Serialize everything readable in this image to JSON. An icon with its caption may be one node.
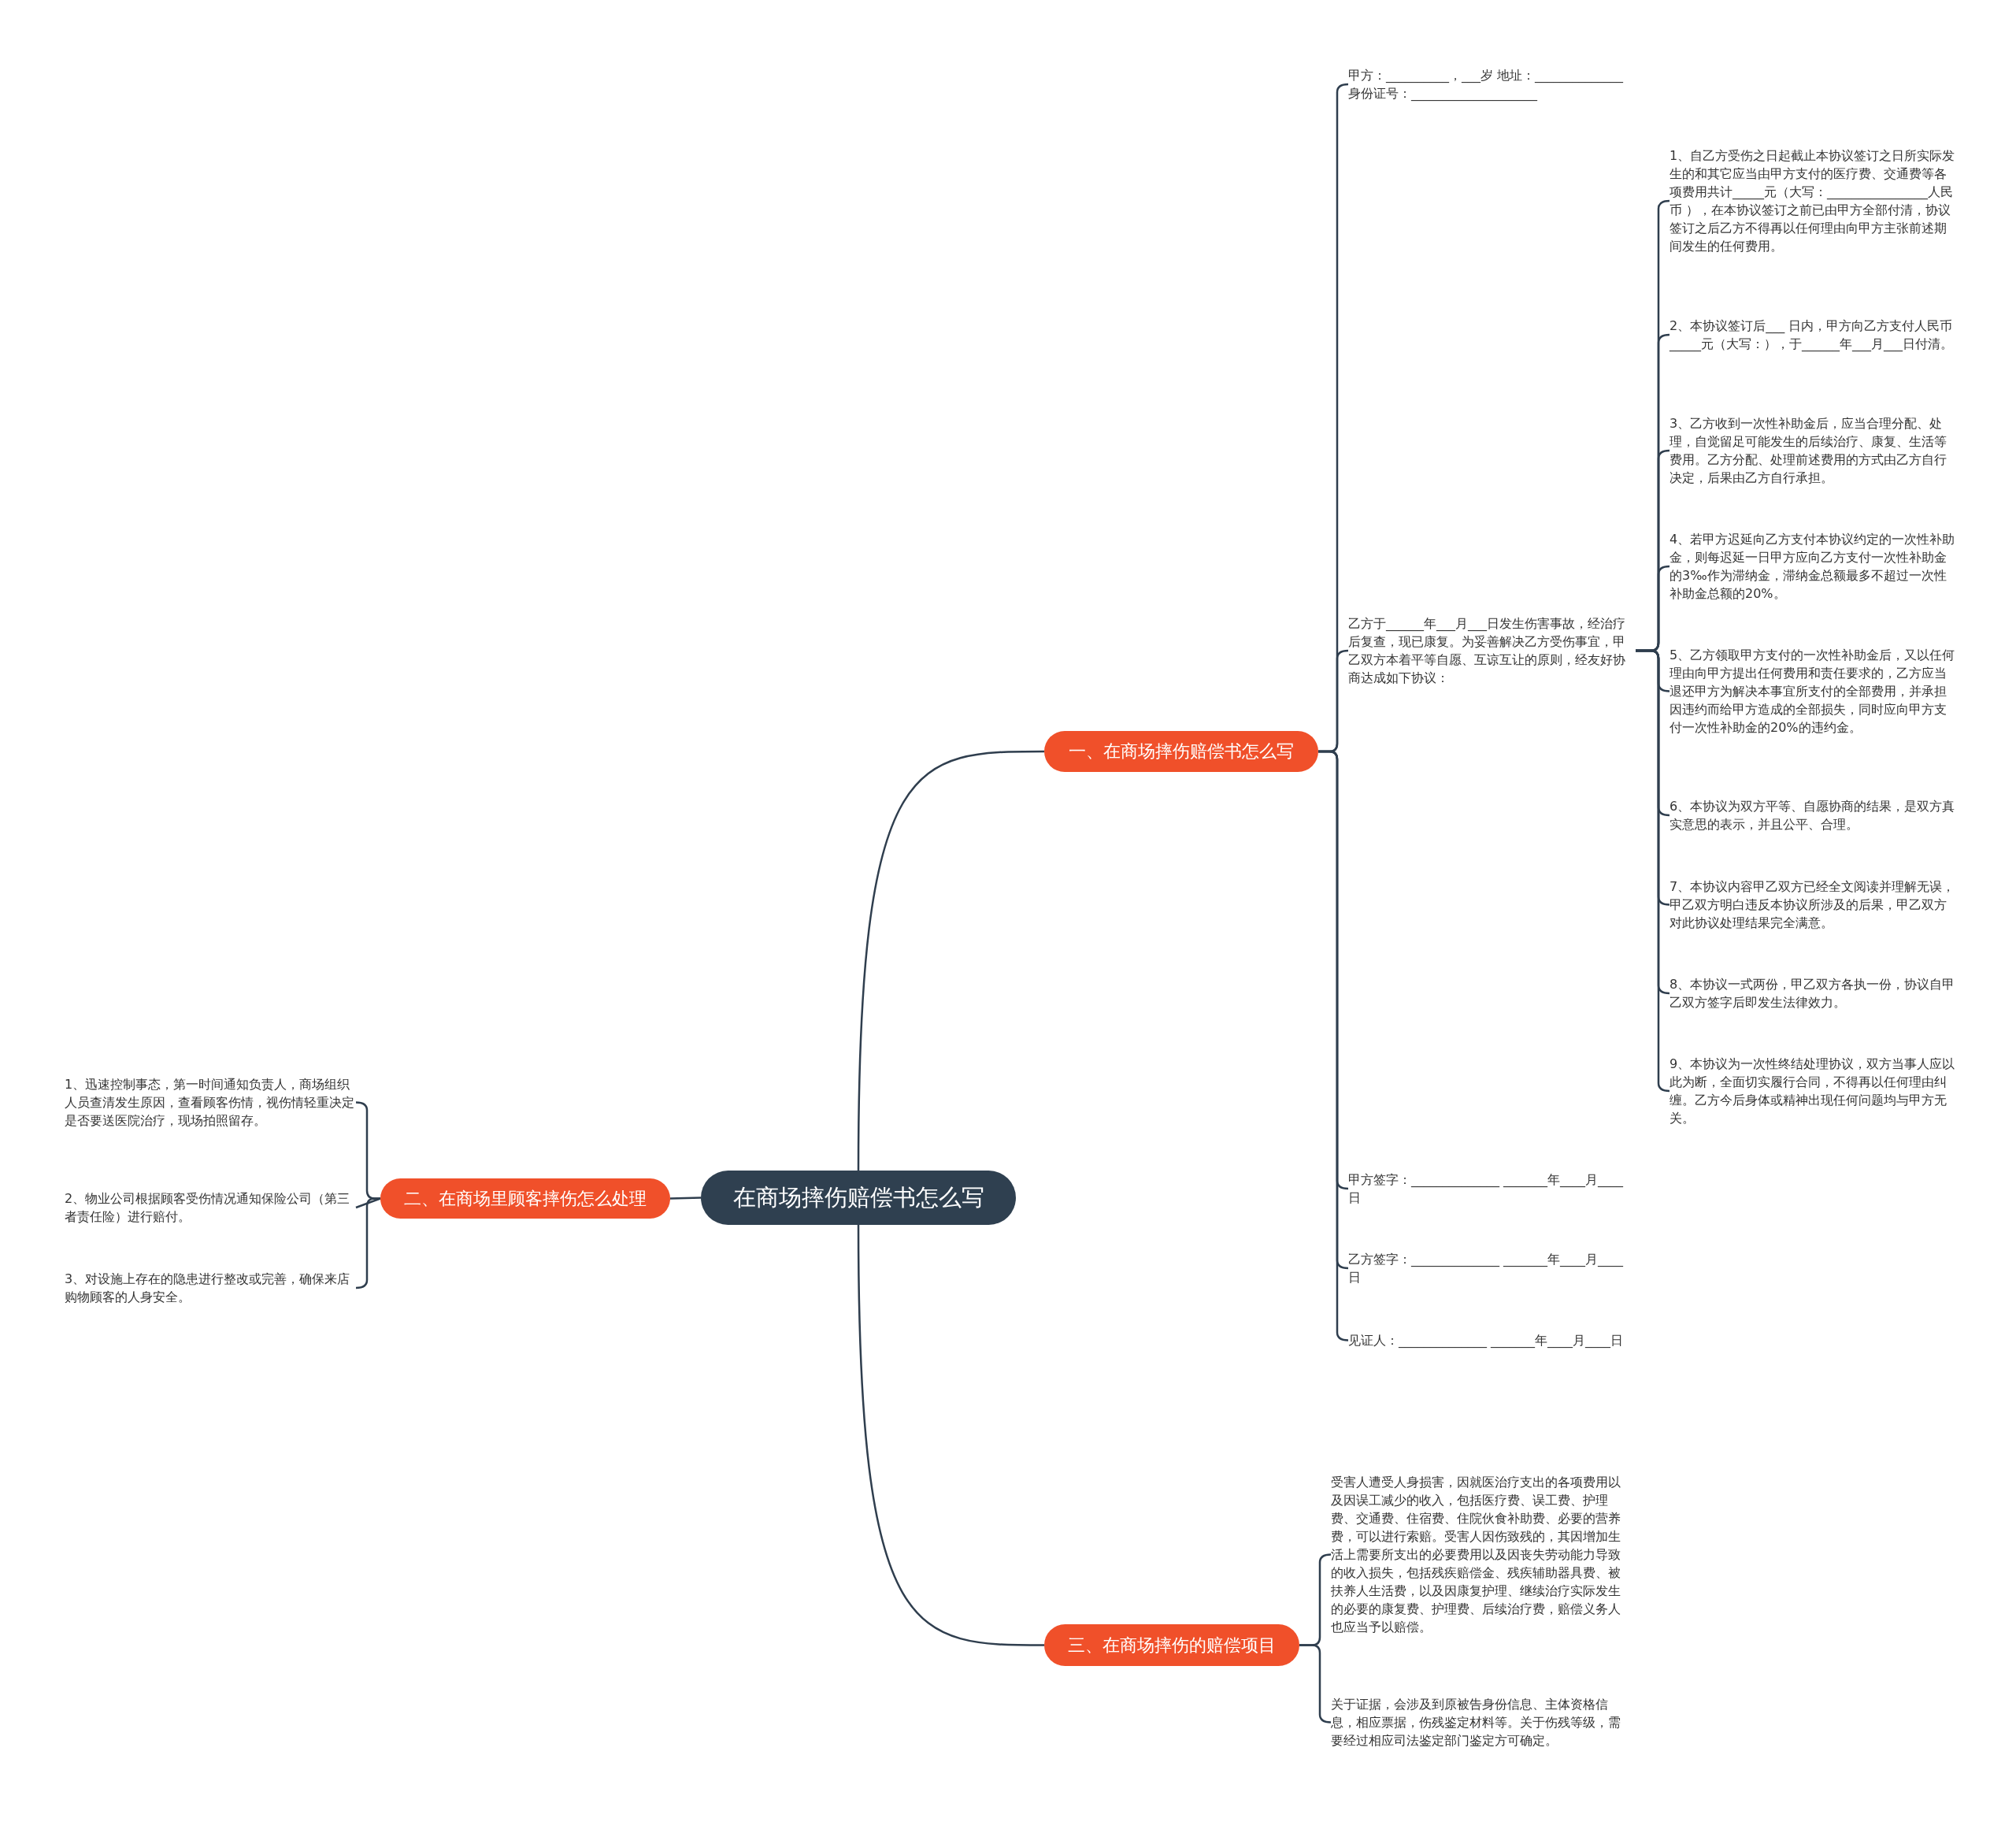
{
  "diagram": {
    "nodes": [
      {
        "text": [
          "在商场摔伤赔偿书怎么写"
        ]
      },
      {
        "text": [
          "一、在商场摔伤赔偿书怎么写"
        ]
      },
      {
        "text": [
          "甲方：__________，___岁 地址：______________身份证号：____________________"
        ]
      },
      {
        "text": [
          "乙方于______年___月___日发生伤害事故，经治疗后复查，现已康复。为妥善解决乙方受伤事宜，甲乙双方本着平等自愿、互谅互让的原则，经友好协商达成如下协议："
        ]
      },
      {
        "text": [
          "1、自乙方受伤之日起截止本协议签订之日所实际发生的和其它应当由甲方支付的医疗费、交通费等各项费用共计_____元（大写：________________人民币 ），在本协议签订之前已由甲方全部付清，协议签订之后乙方不得再以任何理由向甲方主张前述期间发生的任何费用。"
        ]
      },
      {
        "text": [
          "2、本协议签订后___ 日内，甲方向乙方支付人民币_____元（大写：），于______年___月___日付清。"
        ]
      },
      {
        "text": [
          "3、乙方收到一次性补助金后，应当合理分配、处理，自觉留足可能发生的后续治疗、康复、生活等费用。乙方分配、处理前述费用的方式由乙方自行决定，后果由乙方自行承担。"
        ]
      },
      {
        "text": [
          "4、若甲方迟延向乙方支付本协议约定的一次性补助金，则每迟延一日甲方应向乙方支付一次性补助金的3‰作为滞纳金，滞纳金总额最多不超过一次性补助金总额的20%。"
        ]
      },
      {
        "text": [
          "5、乙方领取甲方支付的一次性补助金后，又以任何理由向甲方提出任何费用和责任要求的，乙方应当退还甲方为解决本事宜所支付的全部费用，并承担因违约而给甲方造成的全部损失，同时应向甲方支付一次性补助金的20%的违约金。"
        ]
      },
      {
        "text": [
          "6、本协议为双方平等、自愿协商的结果，是双方真实意思的表示，并且公平、合理。"
        ]
      },
      {
        "text": [
          "7、本协议内容甲乙双方已经全文阅读并理解无误，甲乙双方明白违反本协议所涉及的后果，甲乙双方对此协议处理结果完全满意。"
        ]
      },
      {
        "text": [
          "8、本协议一式两份，甲乙双方各执一份，协议自甲乙双方签字后即发生法律效力。"
        ]
      },
      {
        "text": [
          "9、本协议为一次性终结处理协议，双方当事人应以此为断，全面切实履行合同，不得再以任何理由纠缠。乙方今后身体或精神出现任何问题均与甲方无关。"
        ]
      },
      {
        "text": [
          "甲方签字：______________ _______年____月____日"
        ]
      },
      {
        "text": [
          "乙方签字：______________ _______年____月____日"
        ]
      },
      {
        "text": [
          "见证人：______________ _______年____月____日"
        ]
      },
      {
        "text": [
          "二、在商场里顾客摔伤怎么处理"
        ]
      },
      {
        "text": [
          "1、迅速控制事态，第一时间通知负责人，商场组织人员查清发生原因，查看顾客伤情，视伤情轻重决定是否要送医院治疗，现场拍照留存。"
        ]
      },
      {
        "text": [
          "2、物业公司根据顾客受伤情况通知保险公司（第三者责任险）进行赔付。"
        ]
      },
      {
        "text": [
          "3、对设施上存在的隐患进行整改或完善，确保来店购物顾客的人身安全。"
        ]
      },
      {
        "text": [
          "三、在商场摔伤的赔偿项目"
        ]
      },
      {
        "text": [
          "受害人遭受人身损害，因就医治疗支出的各项费用以及因误工减少的收入，包括医疗费、误工费、护理费、交通费、住宿费、住院伙食补助费、必要的营养费，可以进行索赔。受害人因伤致残的，其因增加生活上需要所支出的必要费用以及因丧失劳动能力导致的收入损失，包括残疾赔偿金、残疾辅助器具费、被扶养人生活费，以及因康复护理、继续治疗实际发生的必要的康复费、护理费、后续治疗费，赔偿义务人也应当予以赔偿。"
        ]
      },
      {
        "text": [
          "关于证据，会涉及到原被告身份信息、主体资格信息，相应票据，伤残鉴定材料等。关于伤残等级，需要经过相应司法鉴定部门鉴定方可确定。"
        ]
      }
    ],
    "edges": [
      {
        "from": 0,
        "to": 1,
        "arrow": "none"
      },
      {
        "from": 1,
        "to": 2,
        "arrow": "none"
      },
      {
        "from": 1,
        "to": 3,
        "arrow": "none"
      },
      {
        "from": 3,
        "to": 4,
        "arrow": "none"
      },
      {
        "from": 3,
        "to": 5,
        "arrow": "none"
      },
      {
        "from": 3,
        "to": 6,
        "arrow": "none"
      },
      {
        "from": 3,
        "to": 7,
        "arrow": "none"
      },
      {
        "from": 3,
        "to": 8,
        "arrow": "none"
      },
      {
        "from": 3,
        "to": 9,
        "arrow": "none"
      },
      {
        "from": 3,
        "to": 10,
        "arrow": "none"
      },
      {
        "from": 3,
        "to": 11,
        "arrow": "none"
      },
      {
        "from": 3,
        "to": 12,
        "arrow": "none"
      },
      {
        "from": 1,
        "to": 13,
        "arrow": "none"
      },
      {
        "from": 1,
        "to": 14,
        "arrow": "none"
      },
      {
        "from": 1,
        "to": 15,
        "arrow": "none"
      },
      {
        "from": 0,
        "to": 16,
        "arrow": "none"
      },
      {
        "from": 16,
        "to": 17,
        "arrow": "none"
      },
      {
        "from": 16,
        "to": 18,
        "arrow": "none"
      },
      {
        "from": 16,
        "to": 19,
        "arrow": "none"
      },
      {
        "from": 0,
        "to": 20,
        "arrow": "none"
      },
      {
        "from": 20,
        "to": 21,
        "arrow": "none"
      },
      {
        "from": 20,
        "to": 22,
        "arrow": "none"
      }
    ]
  }
}
